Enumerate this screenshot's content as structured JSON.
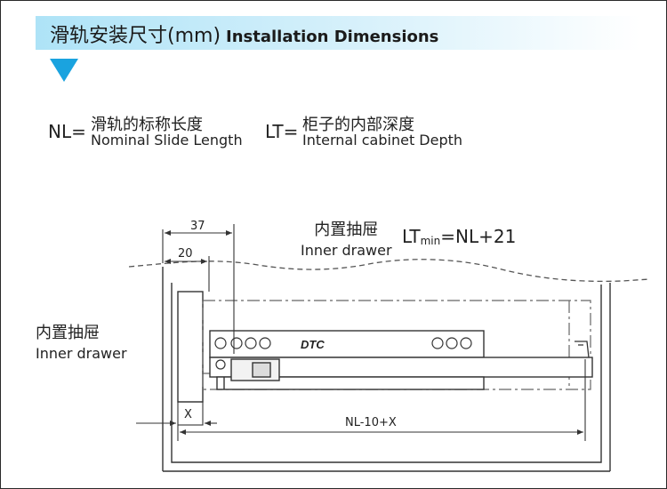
{
  "header": {
    "title_zh": "滑轨安装尺寸(mm)",
    "title_en": "Installation Dimensions"
  },
  "definitions": {
    "nl": {
      "symbol": "NL=",
      "zh": "滑轨的标称长度",
      "en": "Nominal Slide Length"
    },
    "lt": {
      "symbol": "LT=",
      "zh": "柜子的内部深度",
      "en": "Internal cabinet Depth"
    }
  },
  "drawer_label_top": {
    "zh": "内置抽屉",
    "en": "Inner drawer"
  },
  "drawer_label_left": {
    "zh": "内置抽屉",
    "en": "Inner drawer"
  },
  "formula": {
    "prefix": "LT",
    "sub": "min",
    "suffix": "=NL+21"
  },
  "dimensions": {
    "d37": "37",
    "d20": "20",
    "x": "X",
    "nl": "NL-10+X"
  },
  "brand": "DTC",
  "colors": {
    "accent": "#1aa3df",
    "band": "#aee3f7",
    "line": "#333333"
  }
}
